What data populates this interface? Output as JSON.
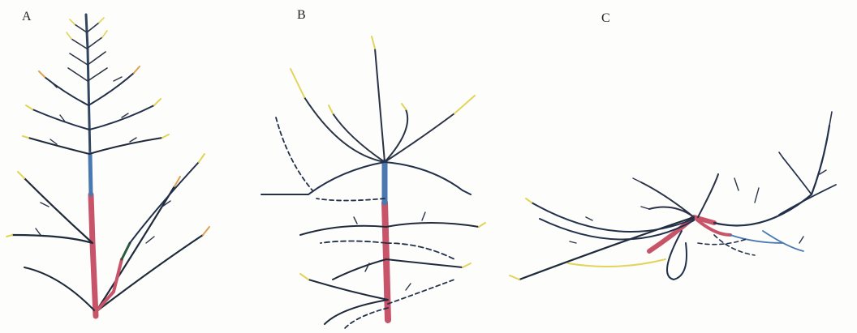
{
  "figure": {
    "panels": [
      {
        "label": "A"
      },
      {
        "label": "B"
      },
      {
        "label": "C"
      }
    ],
    "colors": {
      "trunk_old": "#c8546a",
      "trunk_young": "#4a78b0",
      "branch_dark": "#1f2a3a",
      "tip_yellow": "#e2d45a",
      "tip_orange": "#e0a050",
      "shoot_red": "#c04a4a"
    }
  }
}
